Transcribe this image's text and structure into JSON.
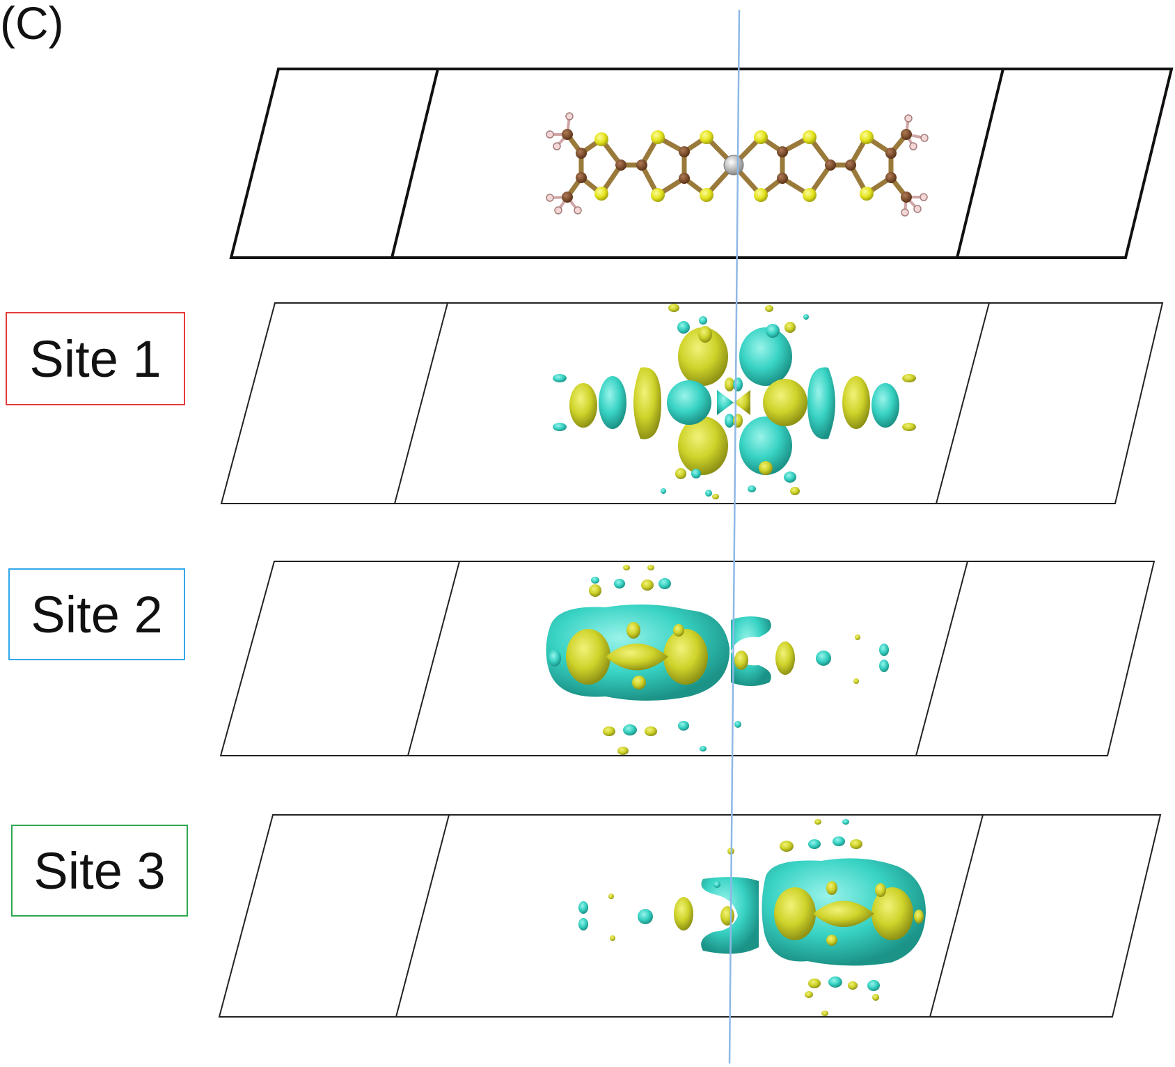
{
  "panel_label": "(C)",
  "colors": {
    "frame": "#111111",
    "axis_line": "#8fb8e6",
    "isosurface_positive": "#cfd32a",
    "isosurface_negative": "#38d3c4",
    "sulfur": "#e4e31c",
    "carbon": "#7a4a2a",
    "hydrogen": "#f0c6c6",
    "metal": "#c8c8c8"
  },
  "rows": [
    {
      "id": "structure",
      "label": ""
    },
    {
      "id": "site-1",
      "label": "Site 1",
      "border_color": "#e43a3a"
    },
    {
      "id": "site-2",
      "label": "Site 2",
      "border_color": "#33a7ea"
    },
    {
      "id": "site-3",
      "label": "Site 3",
      "border_color": "#2fa84f"
    }
  ]
}
